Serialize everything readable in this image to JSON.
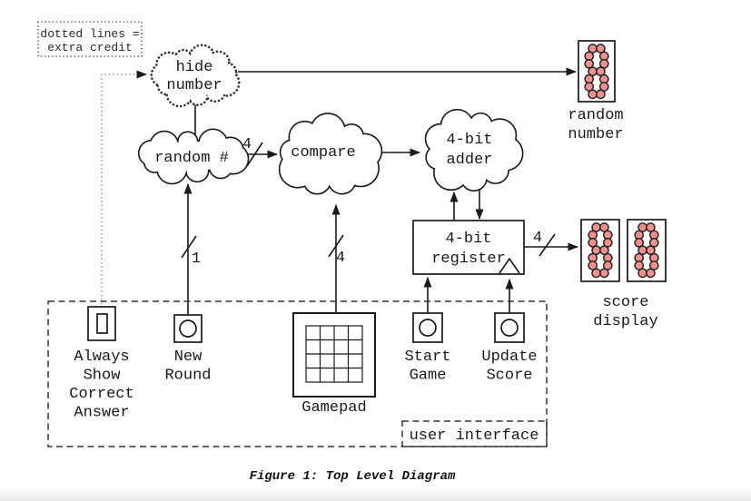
{
  "legend": {
    "line1": "dotted lines =",
    "line2": "extra credit"
  },
  "clouds": {
    "hide_number": {
      "line1": "hide",
      "line2": "number"
    },
    "random_number_gen": {
      "label": "random #"
    },
    "compare": {
      "label": "compare"
    },
    "adder": {
      "line1": "4-bit",
      "line2": "adder"
    }
  },
  "register": {
    "line1": "4-bit",
    "line2": "register"
  },
  "wire_labels": {
    "random_to_compare": "4",
    "new_round_to_random": "1",
    "gamepad_to_compare": "4",
    "register_to_score": "4"
  },
  "displays": {
    "random_number": {
      "digit": "8",
      "label_line1": "random",
      "label_line2": "number"
    },
    "score": {
      "digit_left": "8",
      "digit_right": "8",
      "label_line1": "score",
      "label_line2": "display"
    }
  },
  "user_interface": {
    "box_label": "user interface",
    "always_show": {
      "line1": "Always",
      "line2": "Show",
      "line3": "Correct",
      "line4": "Answer"
    },
    "new_round": {
      "line1": "New",
      "line2": "Round"
    },
    "gamepad": {
      "label": "Gamepad"
    },
    "start_game": {
      "line1": "Start",
      "line2": "Game"
    },
    "update_score": {
      "line1": "Update",
      "line2": "Score"
    }
  },
  "caption": "Figure 1: Top Level Diagram",
  "colors": {
    "led_fill": "#f2908f",
    "led_stroke": "#262626",
    "line": "#1a1a1a",
    "dotted_line": "#888888"
  }
}
